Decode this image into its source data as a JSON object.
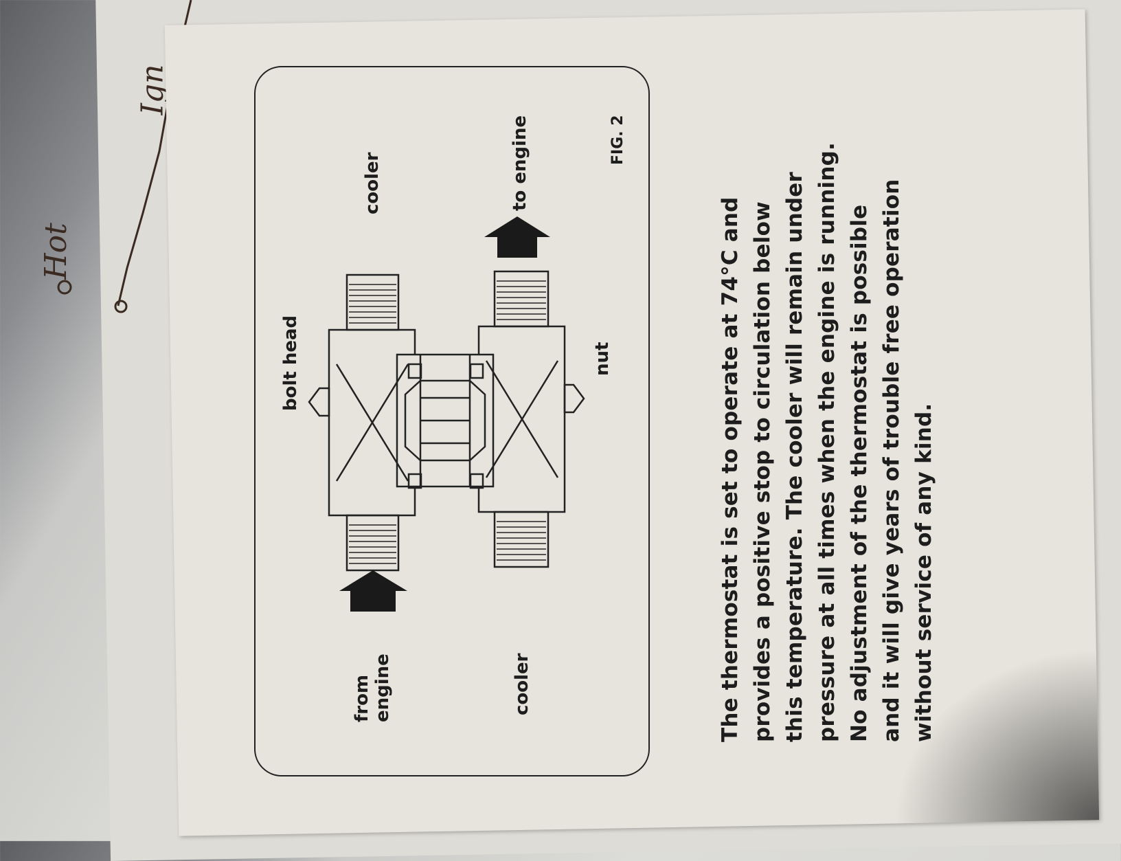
{
  "handwriting": {
    "hot": "Hot",
    "ign": "Ign"
  },
  "diagram": {
    "labels": {
      "from_engine": [
        "from",
        "engine"
      ],
      "cooler_left": "cooler",
      "bolt_head": "bolt head",
      "cooler_right": "cooler",
      "to_engine": "to engine",
      "nut": "nut",
      "figure": "FIG. 2"
    }
  },
  "paragraph": {
    "lines": [
      "The thermostat is set to operate at 74°C and",
      "provides a positive stop to circulation below",
      "this temperature. The cooler will remain under",
      "pressure at all times when the engine is running.",
      "No adjustment of the thermostat is possible",
      "and it will give years of trouble free operation",
      "without service of any kind."
    ]
  },
  "colors": {
    "card": "#e7e4dd",
    "ink": "#1d1d1d",
    "pen": "#3a2a22"
  }
}
